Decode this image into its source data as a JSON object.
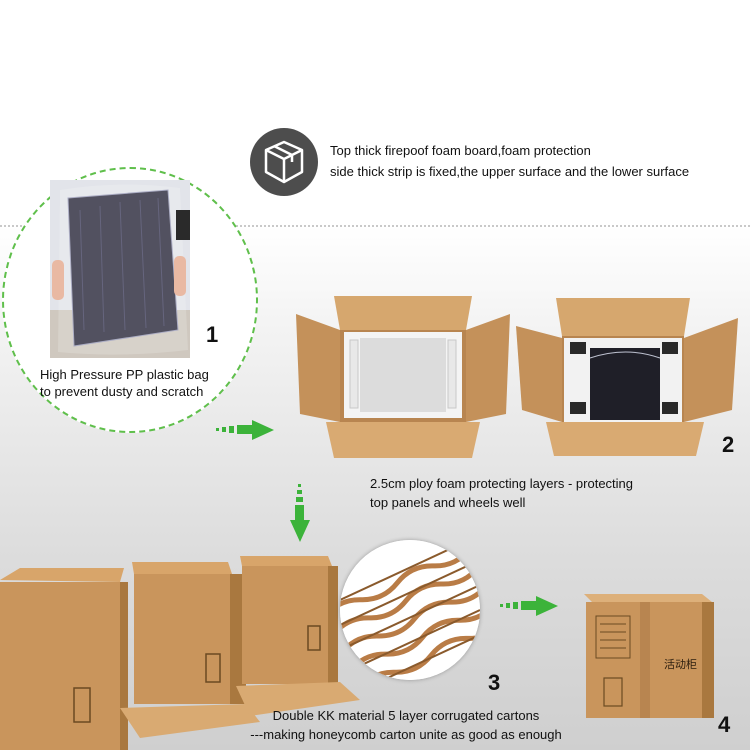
{
  "header": {
    "line1": "Top thick firepoof foam board,foam protection",
    "line2": "side thick strip is fixed,the upper surface and the lower surface",
    "icon": "box-icon"
  },
  "step1": {
    "number": "1",
    "line1": "High Pressure PP plastic bag",
    "line2": "to prevent dusty and scratch"
  },
  "step2": {
    "number": "2",
    "line1": "2.5cm ploy foam protecting layers - protecting",
    "line2": "top panels and wheels well"
  },
  "step3": {
    "number": "3",
    "line1": "Double KK material 5 layer corrugated cartons",
    "line2": "---making honeycomb carton unite as good as enough"
  },
  "step4": {
    "number": "4",
    "box_label": "活动柜"
  },
  "colors": {
    "accent_green": "#3cb33a",
    "cardboard": "#c9955c",
    "dark_icon_bg": "#4d4d4d"
  }
}
